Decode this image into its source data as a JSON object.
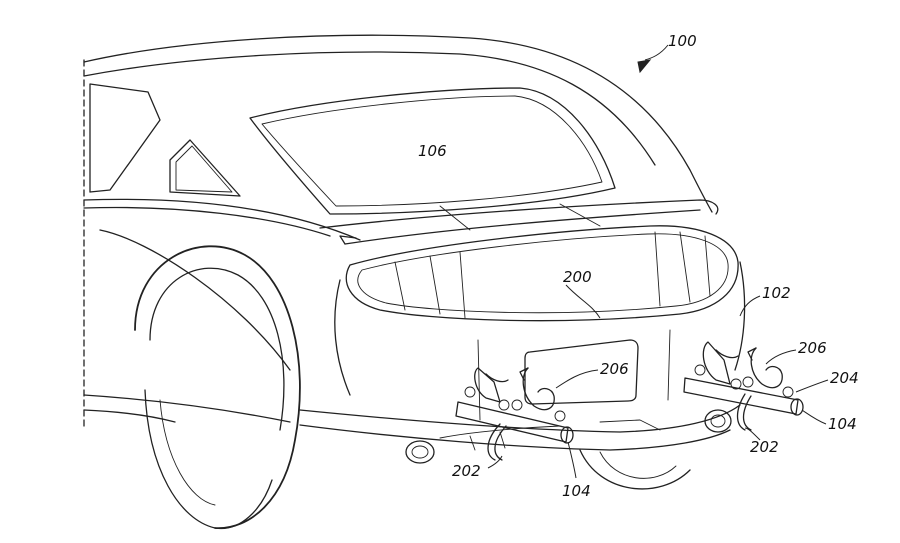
{
  "figure": {
    "labels": {
      "vehicle": "100",
      "bumper": "102",
      "hitch_bar": "104",
      "rear_window": "106",
      "rack_system": "200",
      "mount_left": "202",
      "mount_right": "202",
      "clamp_left": "206",
      "clamp_right": "206",
      "wheel_retainer": "204",
      "hitch_bar_right": "104"
    }
  }
}
